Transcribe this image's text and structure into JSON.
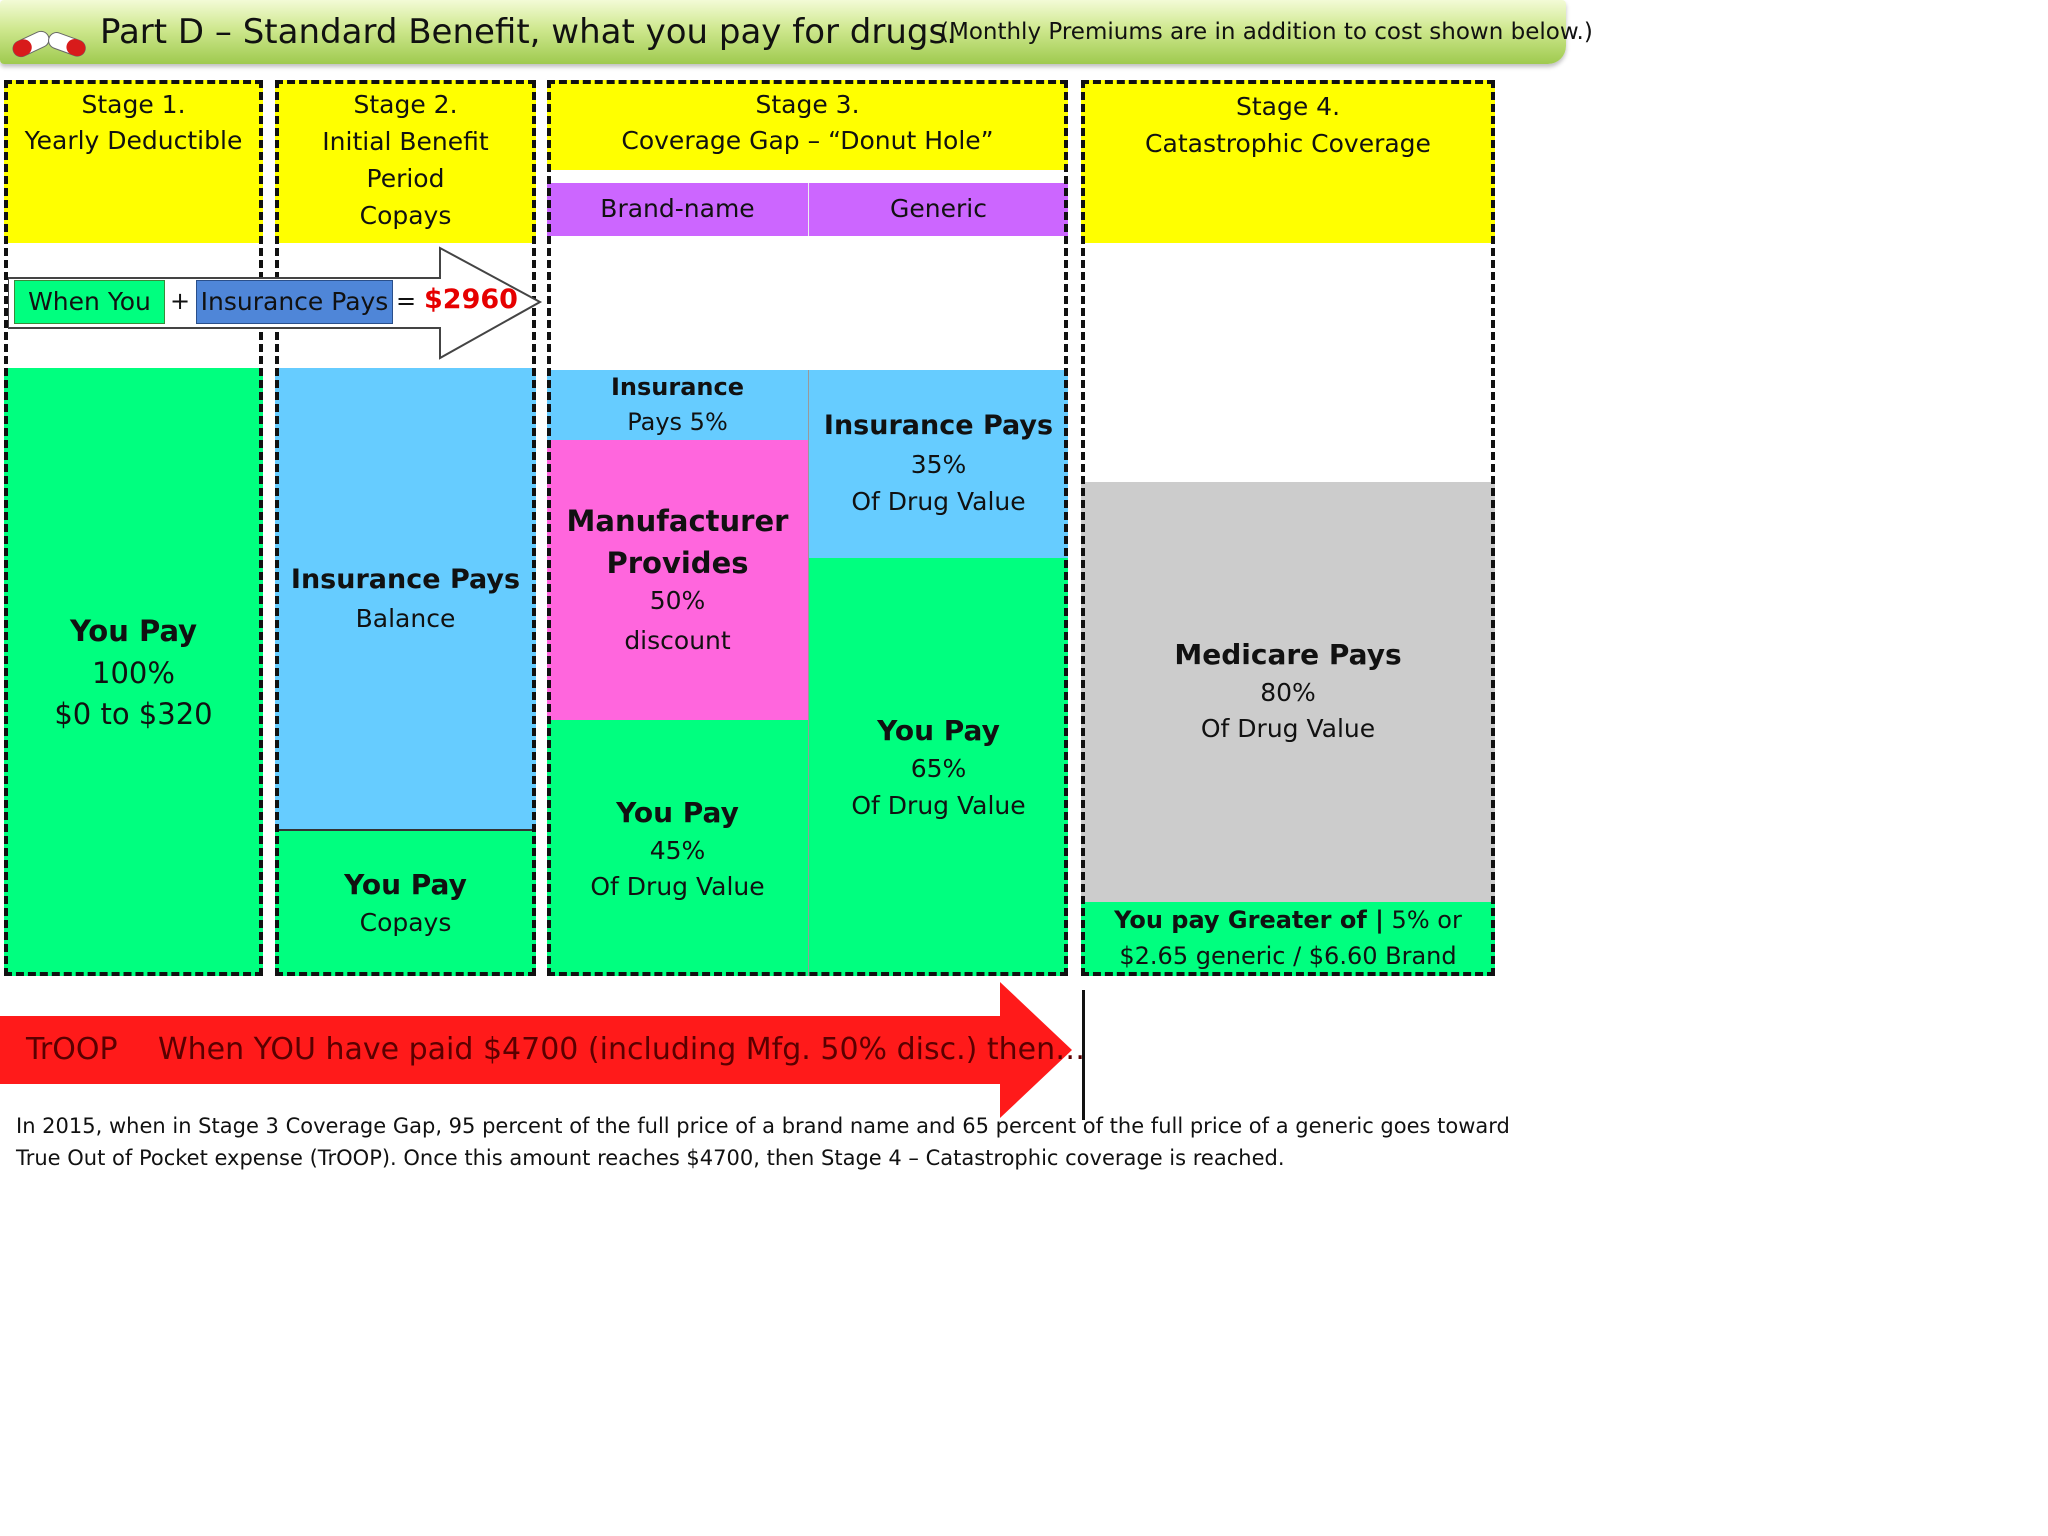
{
  "title": {
    "main": "Part D – Standard Benefit, what you pay for drugs.",
    "note": "(Monthly Premiums are in addition to cost shown below.)"
  },
  "stage1": {
    "header": [
      "Stage 1.",
      "Yearly Deductible"
    ],
    "you_pay": {
      "title": "You Pay",
      "percent": "100%",
      "range": "$0 to $320"
    }
  },
  "stage2": {
    "header": [
      "Stage 2.",
      "Initial Benefit",
      "Period",
      "Copays"
    ],
    "insurance": {
      "title": "Insurance Pays",
      "detail": "Balance"
    },
    "you_pay": {
      "title": "You Pay",
      "detail": "Copays"
    }
  },
  "stage3": {
    "header": [
      "Stage 3.",
      "Coverage Gap – “Donut Hole”"
    ],
    "brand_label": "Brand-name",
    "generic_label": "Generic",
    "brand": {
      "insurance": [
        "Insurance",
        "Pays 5%"
      ],
      "manufacturer": {
        "title1": "Manufacturer",
        "title2": "Provides",
        "percent": "50%",
        "detail": "discount"
      },
      "you_pay": {
        "title": "You Pay",
        "percent": "45%",
        "detail": "Of Drug Value"
      }
    },
    "generic": {
      "insurance": {
        "title": "Insurance Pays",
        "percent": "35%",
        "detail": "Of Drug Value"
      },
      "you_pay": {
        "title": "You Pay",
        "percent": "65%",
        "detail": "Of Drug Value"
      }
    }
  },
  "stage4": {
    "header": [
      "Stage 4.",
      "Catastrophic Coverage"
    ],
    "medicare": {
      "title": "Medicare Pays",
      "percent": "80%",
      "detail": "Of Drug Value"
    },
    "you_pay": {
      "title": "You pay Greater of |",
      "rest": " 5% or",
      "line2": "$2.65 generic / $6.60 Brand"
    }
  },
  "arrow": {
    "when_you": "When You",
    "plus": "+",
    "insurance_pays": "Insurance Pays",
    "equals": "=",
    "amount": "$2960"
  },
  "troop": {
    "label": "TrOOP",
    "text": "When YOU have paid $4700 (including Mfg. 50% disc.) then…"
  },
  "footnote": [
    "In 2015, when in Stage 3 Coverage Gap, 95 percent of the full price of a  brand name and 65 percent of the full price of a generic goes toward",
    "True Out of Pocket expense (TrOOP). Once this amount reaches $4700, then Stage 4 – Catastrophic coverage is reached."
  ],
  "colors": {
    "header_yellow": "#ffff00",
    "you_pay_green": "#00ff7f",
    "insurance_blue": "#66ccff",
    "manufacturer_pink": "#ff66dd",
    "subheader_purple": "#cc66ff",
    "medicare_gray": "#cccccc",
    "troop_red": "#ff1a1a",
    "amount_red": "#e60000",
    "when_you_green": "#00ff7f",
    "insurance_pill_blue": "#4f86d8"
  },
  "icons": [
    "pills-icon"
  ]
}
